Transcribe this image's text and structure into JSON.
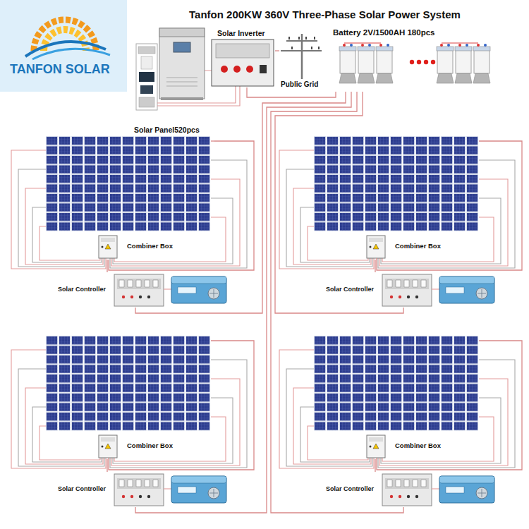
{
  "diagram": {
    "title": "Tanfon 200KW 360V Three-Phase Solar Power System",
    "nodes": [
      {
        "text": [
          "Solar Inverter"
        ]
      },
      {
        "text": [
          "Public Grid"
        ]
      },
      {
        "text": [
          "Battery 2V/1500AH 180pcs"
        ]
      },
      {
        "text": [
          "Solar Panel520pcs"
        ]
      },
      {
        "text": [
          "Combiner Box"
        ]
      },
      {
        "text": [
          "Solar Controller"
        ]
      },
      {
        "text": [
          "Combiner Box"
        ]
      },
      {
        "text": [
          "Solar Controller"
        ]
      },
      {
        "text": [
          "Combiner Box"
        ]
      },
      {
        "text": [
          "Solar Controller"
        ]
      },
      {
        "text": [
          "Combiner Box"
        ]
      },
      {
        "text": [
          "Solar Controller"
        ]
      }
    ],
    "edges": [
      {
        "from": 3,
        "to": 4,
        "arrow": "none"
      },
      {
        "from": 4,
        "to": 5,
        "arrow": "none"
      },
      {
        "from": 6,
        "to": 7,
        "arrow": "none"
      },
      {
        "from": 8,
        "to": 9,
        "arrow": "none"
      },
      {
        "from": 10,
        "to": 11,
        "arrow": "none"
      },
      {
        "from": 5,
        "to": 2,
        "arrow": "none"
      },
      {
        "from": 7,
        "to": 2,
        "arrow": "none"
      },
      {
        "from": 9,
        "to": 2,
        "arrow": "none"
      },
      {
        "from": 11,
        "to": 2,
        "arrow": "none"
      },
      {
        "from": 0,
        "to": 2,
        "arrow": "none"
      },
      {
        "from": 0,
        "to": 1,
        "arrow": "none"
      }
    ],
    "labels": [
      "TANFON SOLAR"
    ]
  }
}
